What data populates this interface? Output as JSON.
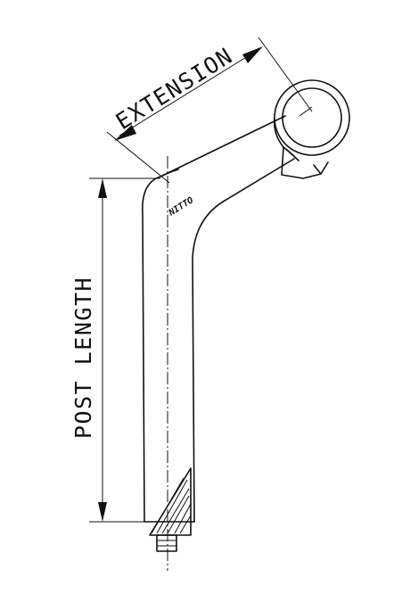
{
  "diagram": {
    "labels": {
      "extension": "EXTENSION",
      "post_length": "POST LENGTH",
      "brand": "NITTO"
    },
    "colors": {
      "stroke": "#111111",
      "background": "#ffffff"
    }
  }
}
